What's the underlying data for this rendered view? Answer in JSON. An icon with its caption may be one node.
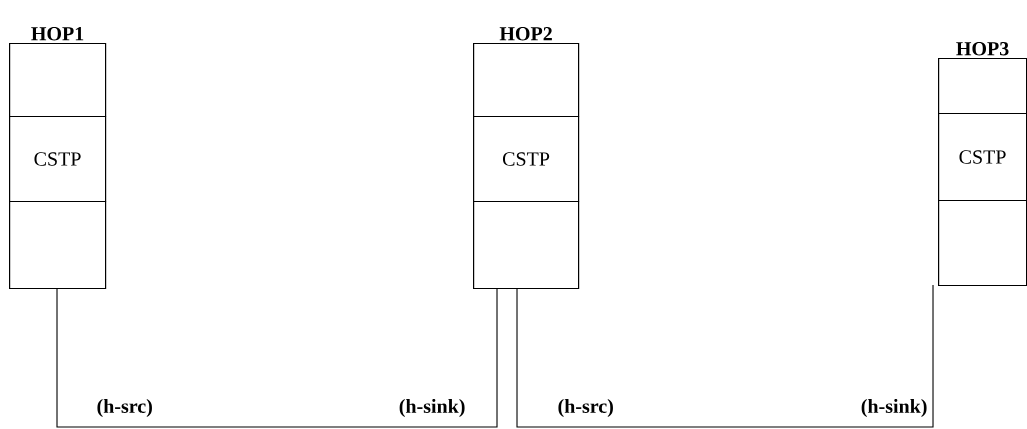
{
  "diagram": {
    "nodes": [
      {
        "text": [
          "HOP1"
        ]
      },
      {
        "text": [],
        "shape": "box",
        "in": 0
      },
      {
        "text": [
          "CSTP"
        ],
        "in": 0
      },
      {
        "text": [],
        "shape": "box",
        "in": 0
      },
      {
        "text": [
          "HOP2"
        ]
      },
      {
        "text": [],
        "shape": "box",
        "in": 4
      },
      {
        "text": [
          "CSTP"
        ],
        "in": 4
      },
      {
        "text": [],
        "shape": "box",
        "in": 4
      },
      {
        "text": [
          "HOP3"
        ]
      },
      {
        "text": [],
        "shape": "box",
        "in": 8
      },
      {
        "text": [
          "CSTP"
        ],
        "in": 8
      },
      {
        "text": [],
        "shape": "box",
        "in": 8
      }
    ],
    "edges": [
      {
        "from": 0,
        "to": 4,
        "arrow": "none"
      },
      {
        "from": 4,
        "to": 8,
        "arrow": "none"
      }
    ],
    "labels": [
      "(h-src)",
      "(h-sink)",
      "(h-src)",
      "(h-sink)"
    ]
  }
}
